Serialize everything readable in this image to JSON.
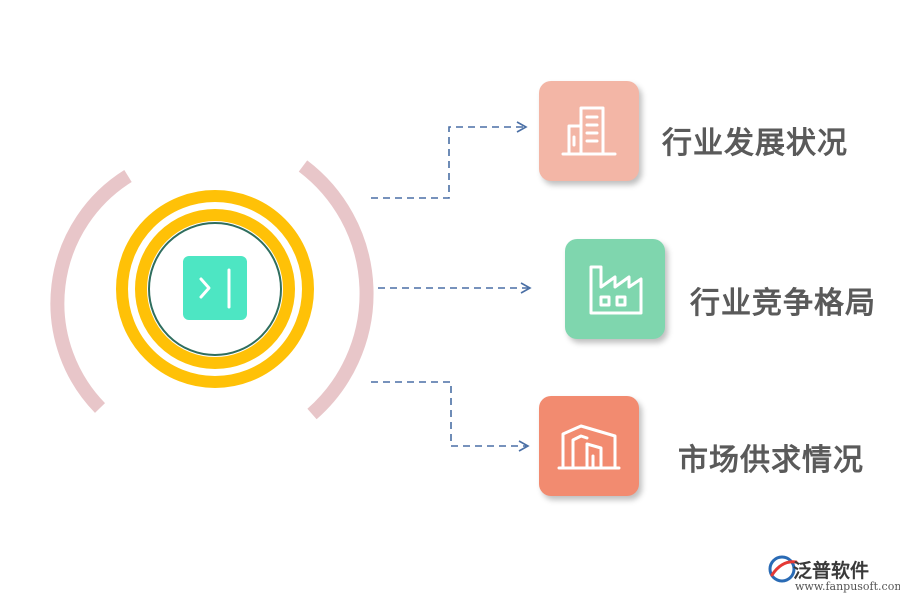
{
  "items": [
    {
      "label": "行业发展状况",
      "icon": "building-icon",
      "color": "#F3B6A6"
    },
    {
      "label": "行业竞争格局",
      "icon": "factory-icon",
      "color": "#7FD6AE"
    },
    {
      "label": "市场供求情况",
      "icon": "warehouse-icon",
      "color": "#F28B70"
    }
  ],
  "center": {
    "icon": "panel-expand-icon",
    "color": "#4DE6C3",
    "ring_color": "#FFC107",
    "arc_color": "#E8C6C9"
  },
  "connector_color": "#4A6FA5",
  "logo": {
    "name": "泛普软件",
    "url": "www.fanpusoft.com"
  }
}
